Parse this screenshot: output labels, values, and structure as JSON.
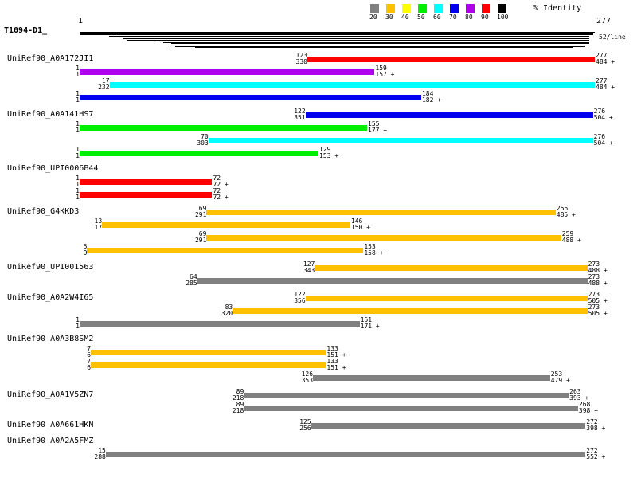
{
  "query": {
    "name": "T1094-D1_",
    "start": "1",
    "end": "277",
    "per_line": "52/line"
  },
  "legend": {
    "title": "% Identity",
    "items": [
      {
        "label": "20",
        "color": "#808080"
      },
      {
        "label": "30",
        "color": "#ffc000"
      },
      {
        "label": "40",
        "color": "#ffff00"
      },
      {
        "label": "50",
        "color": "#00ee00"
      },
      {
        "label": "60",
        "color": "#00ffff"
      },
      {
        "label": "70",
        "color": "#0000ee"
      },
      {
        "label": "80",
        "color": "#b000f0"
      },
      {
        "label": "90",
        "color": "#ff0000"
      },
      {
        "label": "100",
        "color": "#000000"
      }
    ]
  },
  "groups": [
    {
      "name": "UniRef90_A0A172JI1",
      "hits": [
        {
          "qs": 123,
          "qe": 277,
          "ss": 330,
          "se": 484,
          "id": "90"
        },
        {
          "qs": 1,
          "qe": 159,
          "ss": 1,
          "se": 157,
          "id": "80"
        },
        {
          "qs": 17,
          "qe": 277,
          "ss": 232,
          "se": 484,
          "id": "60"
        },
        {
          "qs": 1,
          "qe": 184,
          "ss": 1,
          "se": 182,
          "id": "70"
        }
      ]
    },
    {
      "name": "UniRef90_A0A141HS7",
      "hits": [
        {
          "qs": 122,
          "qe": 276,
          "ss": 351,
          "se": 504,
          "id": "70"
        },
        {
          "qs": 1,
          "qe": 155,
          "ss": 1,
          "se": 177,
          "id": "50"
        },
        {
          "qs": 70,
          "qe": 276,
          "ss": 303,
          "se": 504,
          "id": "60"
        },
        {
          "qs": 1,
          "qe": 129,
          "ss": 1,
          "se": 153,
          "id": "50"
        }
      ]
    },
    {
      "name": "UniRef90_UPI0006B44",
      "hits": [
        {
          "qs": 1,
          "qe": 72,
          "ss": 1,
          "se": 72,
          "id": "90"
        },
        {
          "qs": 1,
          "qe": 72,
          "ss": 1,
          "se": 72,
          "id": "90"
        }
      ]
    },
    {
      "name": "UniRef90_G4KKD3",
      "hits": [
        {
          "qs": 69,
          "qe": 256,
          "ss": 291,
          "se": 485,
          "id": "30"
        },
        {
          "qs": 13,
          "qe": 146,
          "ss": 17,
          "se": 150,
          "id": "30"
        },
        {
          "qs": 69,
          "qe": 259,
          "ss": 291,
          "se": 488,
          "id": "30"
        },
        {
          "qs": 5,
          "qe": 153,
          "ss": 9,
          "se": 158,
          "id": "30"
        }
      ]
    },
    {
      "name": "UniRef90_UPI001563",
      "hits": [
        {
          "qs": 127,
          "qe": 273,
          "ss": 343,
          "se": 488,
          "id": "30"
        },
        {
          "qs": 64,
          "qe": 273,
          "ss": 285,
          "se": 488,
          "id": "20"
        }
      ]
    },
    {
      "name": "UniRef90_A0A2W4I65",
      "hits": [
        {
          "qs": 122,
          "qe": 273,
          "ss": 356,
          "se": 505,
          "id": "30"
        },
        {
          "qs": 83,
          "qe": 273,
          "ss": 320,
          "se": 505,
          "id": "30"
        },
        {
          "qs": 1,
          "qe": 151,
          "ss": 1,
          "se": 171,
          "id": "20"
        }
      ]
    },
    {
      "name": "UniRef90_A0A3B8SM2",
      "hits": [
        {
          "qs": 7,
          "qe": 133,
          "ss": 6,
          "se": 151,
          "id": "30"
        },
        {
          "qs": 7,
          "qe": 133,
          "ss": 6,
          "se": 151,
          "id": "30"
        },
        {
          "qs": 126,
          "qe": 253,
          "ss": 353,
          "se": 479,
          "id": "20"
        }
      ]
    },
    {
      "name": "UniRef90_A0A1V5ZN7",
      "hits": [
        {
          "qs": 89,
          "qe": 263,
          "ss": 218,
          "se": 393,
          "id": "20"
        },
        {
          "qs": 89,
          "qe": 268,
          "ss": 218,
          "se": 398,
          "id": "20"
        }
      ]
    },
    {
      "name": "UniRef90_A0A661HKN",
      "hits": [
        {
          "qs": 125,
          "qe": 272,
          "ss": 256,
          "se": 398,
          "id": "20"
        }
      ]
    },
    {
      "name": "UniRef90_A0A2A5FMZ",
      "hits": [
        {
          "qs": 15,
          "qe": 272,
          "ss": 288,
          "se": 552,
          "id": "20"
        }
      ]
    }
  ],
  "plus": "+"
}
